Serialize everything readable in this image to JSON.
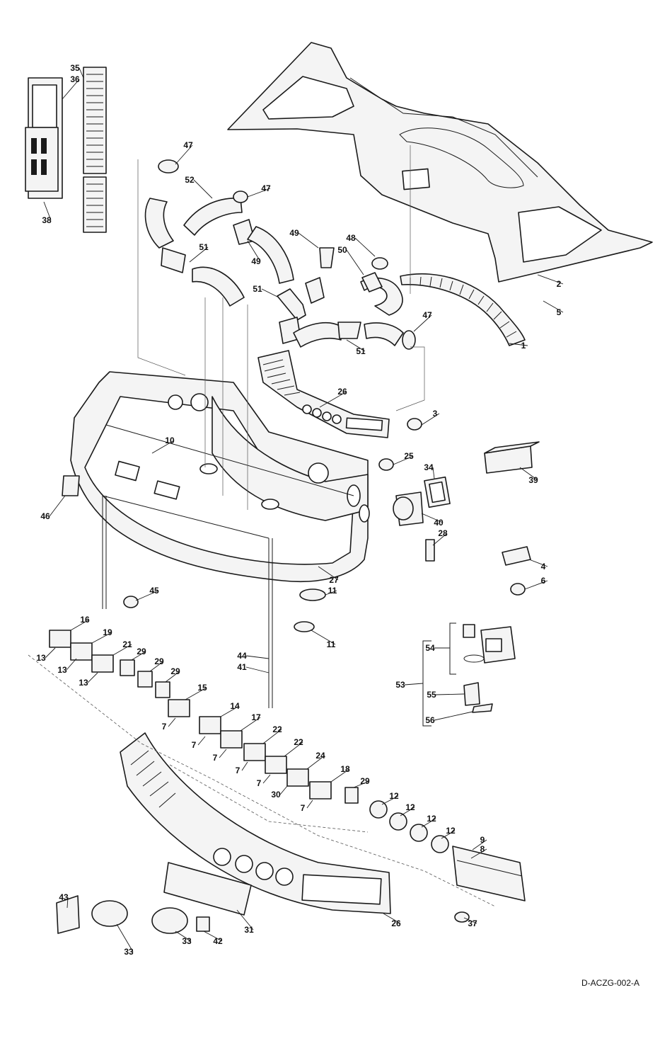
{
  "drawing_number": "D-ACZG-002-A",
  "callouts": [
    {
      "id": "1",
      "label": "1"
    },
    {
      "id": "2",
      "label": "2"
    },
    {
      "id": "3",
      "label": "3"
    },
    {
      "id": "4",
      "label": "4"
    },
    {
      "id": "5",
      "label": "5"
    },
    {
      "id": "6",
      "label": "6"
    },
    {
      "id": "7a",
      "label": "7"
    },
    {
      "id": "7b",
      "label": "7"
    },
    {
      "id": "7c",
      "label": "7"
    },
    {
      "id": "7d",
      "label": "7"
    },
    {
      "id": "7e",
      "label": "7"
    },
    {
      "id": "7f",
      "label": "7"
    },
    {
      "id": "8",
      "label": "8"
    },
    {
      "id": "9",
      "label": "9"
    },
    {
      "id": "10",
      "label": "10"
    },
    {
      "id": "11a",
      "label": "11"
    },
    {
      "id": "11b",
      "label": "11"
    },
    {
      "id": "12a",
      "label": "12"
    },
    {
      "id": "12b",
      "label": "12"
    },
    {
      "id": "12c",
      "label": "12"
    },
    {
      "id": "12d",
      "label": "12"
    },
    {
      "id": "13a",
      "label": "13"
    },
    {
      "id": "13b",
      "label": "13"
    },
    {
      "id": "13c",
      "label": "13"
    },
    {
      "id": "14",
      "label": "14"
    },
    {
      "id": "15",
      "label": "15"
    },
    {
      "id": "16",
      "label": "16"
    },
    {
      "id": "17",
      "label": "17"
    },
    {
      "id": "18",
      "label": "18"
    },
    {
      "id": "19",
      "label": "19"
    },
    {
      "id": "21",
      "label": "21"
    },
    {
      "id": "22a",
      "label": "22"
    },
    {
      "id": "22b",
      "label": "22"
    },
    {
      "id": "24",
      "label": "24"
    },
    {
      "id": "25",
      "label": "25"
    },
    {
      "id": "26a",
      "label": "26"
    },
    {
      "id": "26b",
      "label": "26"
    },
    {
      "id": "27",
      "label": "27"
    },
    {
      "id": "28",
      "label": "28"
    },
    {
      "id": "29a",
      "label": "29"
    },
    {
      "id": "29b",
      "label": "29"
    },
    {
      "id": "29c",
      "label": "29"
    },
    {
      "id": "29d",
      "label": "29"
    },
    {
      "id": "30",
      "label": "30"
    },
    {
      "id": "31",
      "label": "31"
    },
    {
      "id": "33a",
      "label": "33"
    },
    {
      "id": "33b",
      "label": "33"
    },
    {
      "id": "34",
      "label": "34"
    },
    {
      "id": "35",
      "label": "35"
    },
    {
      "id": "36",
      "label": "36"
    },
    {
      "id": "37",
      "label": "37"
    },
    {
      "id": "38",
      "label": "38"
    },
    {
      "id": "39",
      "label": "39"
    },
    {
      "id": "40",
      "label": "40"
    },
    {
      "id": "41",
      "label": "41"
    },
    {
      "id": "42",
      "label": "42"
    },
    {
      "id": "43",
      "label": "43"
    },
    {
      "id": "44",
      "label": "44"
    },
    {
      "id": "45",
      "label": "45"
    },
    {
      "id": "46",
      "label": "46"
    },
    {
      "id": "47a",
      "label": "47"
    },
    {
      "id": "47b",
      "label": "47"
    },
    {
      "id": "47c",
      "label": "47"
    },
    {
      "id": "48",
      "label": "48"
    },
    {
      "id": "49a",
      "label": "49"
    },
    {
      "id": "49b",
      "label": "49"
    },
    {
      "id": "50",
      "label": "50"
    },
    {
      "id": "51a",
      "label": "51"
    },
    {
      "id": "51b",
      "label": "51"
    },
    {
      "id": "51c",
      "label": "51"
    },
    {
      "id": "52",
      "label": "52"
    },
    {
      "id": "53",
      "label": "53"
    },
    {
      "id": "54",
      "label": "54"
    },
    {
      "id": "55",
      "label": "55"
    },
    {
      "id": "56",
      "label": "56"
    }
  ]
}
